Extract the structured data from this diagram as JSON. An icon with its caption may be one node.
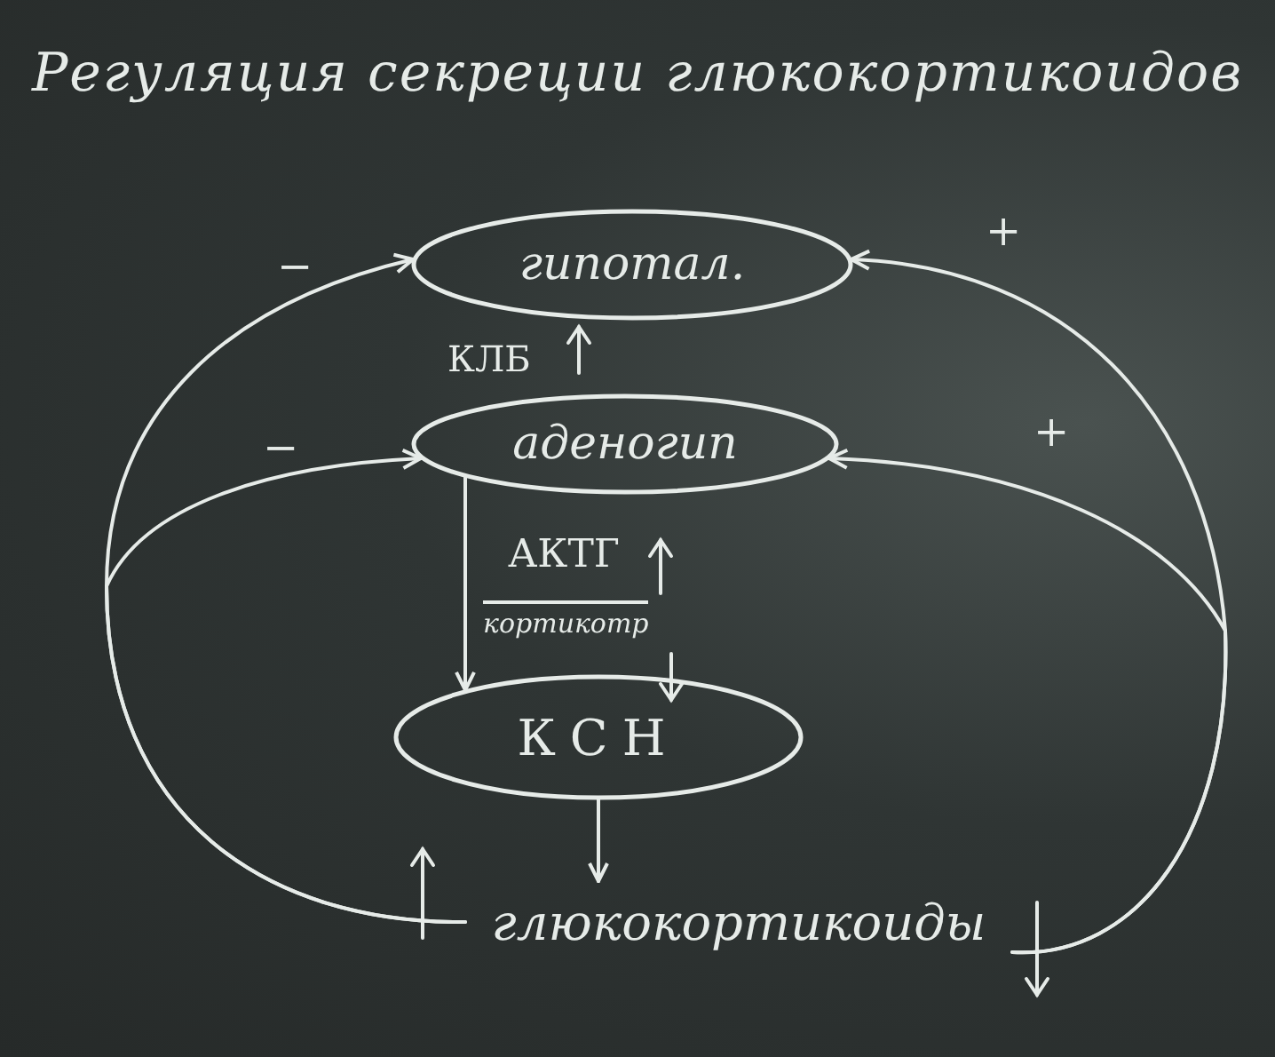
{
  "diagram": {
    "title": "Регуляция секреции глюкокортикоидов",
    "nodes": [
      {
        "text": [
          "гипотал."
        ]
      },
      {
        "text": [
          "аденогип"
        ]
      },
      {
        "text": [
          "КСН"
        ]
      },
      {
        "text": [
          "глюкокортикоиды"
        ]
      }
    ],
    "edges": [
      {
        "from": 1,
        "to": 2,
        "arrow": "to"
      },
      {
        "from": 2,
        "to": 3,
        "arrow": "to"
      },
      {
        "from": 3,
        "to": 0,
        "arrow": "to",
        "label": "−"
      },
      {
        "from": 3,
        "to": 1,
        "arrow": "to",
        "label": "−"
      },
      {
        "from": 3,
        "to": 0,
        "arrow": "to",
        "label": "+"
      },
      {
        "from": 3,
        "to": 1,
        "arrow": "to",
        "label": "+"
      }
    ],
    "labels": [
      "КЛБ",
      "АКТГ",
      "кортикотр"
    ]
  }
}
